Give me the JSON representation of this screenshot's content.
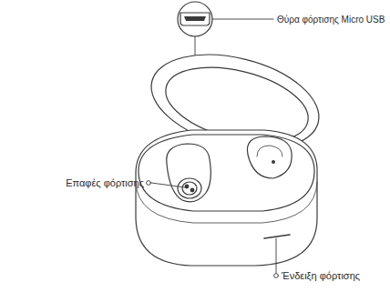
{
  "diagram": {
    "labels": [
      "Θύρα φόρτισης Micro USB",
      "Επαφές φόρτισης",
      "Ένδειξη φόρτισης"
    ]
  }
}
